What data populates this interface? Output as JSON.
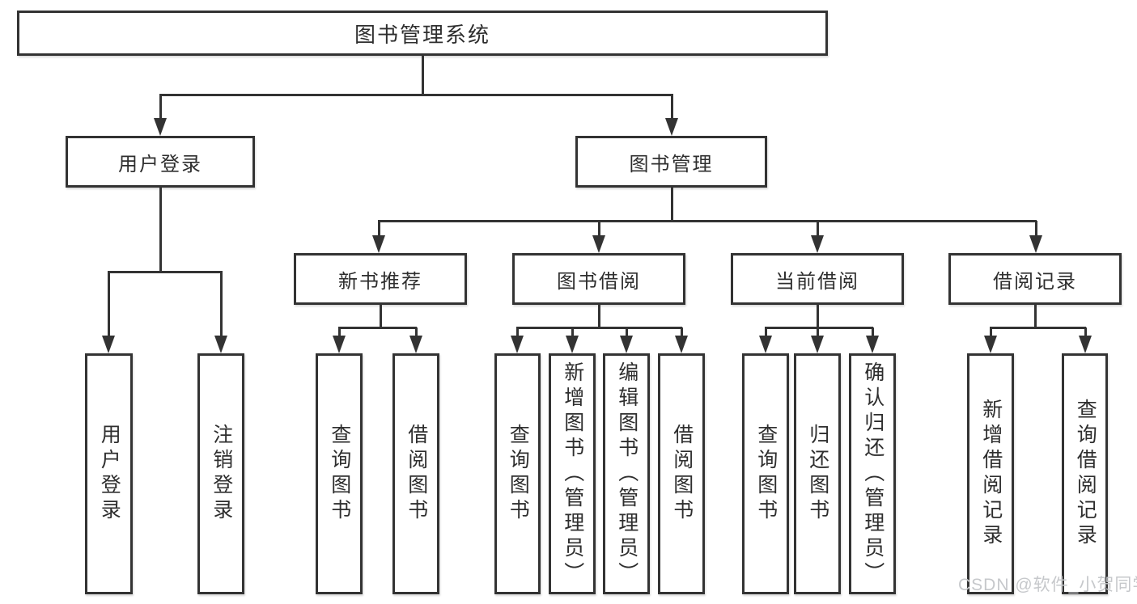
{
  "diagram_title": "图书管理系统",
  "nodes": {
    "root": {
      "label": "图书管理系统"
    },
    "user_login": {
      "label": "用户登录"
    },
    "book_mgmt": {
      "label": "图书管理"
    },
    "new_book_rec": {
      "label": "新书推荐"
    },
    "book_borrow": {
      "label": "图书借阅"
    },
    "current_borrow": {
      "label": "当前借阅"
    },
    "borrow_record": {
      "label": "借阅记录"
    },
    "user_login_leaf": {
      "label": "用户登录"
    },
    "logout_leaf": {
      "label": "注销登录"
    },
    "query_book_1": {
      "label": "查询图书"
    },
    "borrow_book_1": {
      "label": "借阅图书"
    },
    "query_book_2": {
      "label": "查询图书"
    },
    "add_book_admin": {
      "label": "新增图书（管理员）"
    },
    "edit_book_admin": {
      "label": "编辑图书（管理员）"
    },
    "borrow_book_2": {
      "label": "借阅图书"
    },
    "query_book_3": {
      "label": "查询图书"
    },
    "return_book": {
      "label": "归还图书"
    },
    "confirm_return_admin": {
      "label": "确认归还（管理员）"
    },
    "add_borrow_record": {
      "label": "新增借阅记录"
    },
    "query_borrow_record": {
      "label": "查询借阅记录"
    }
  },
  "hierarchy": {
    "图书管理系统": {
      "用户登录": [
        "用户登录",
        "注销登录"
      ],
      "图书管理": {
        "新书推荐": [
          "查询图书",
          "借阅图书"
        ],
        "图书借阅": [
          "查询图书",
          "新增图书（管理员）",
          "编辑图书（管理员）",
          "借阅图书"
        ],
        "当前借阅": [
          "查询图书",
          "归还图书",
          "确认归还（管理员）"
        ],
        "借阅记录": [
          "新增借阅记录",
          "查询借阅记录"
        ]
      }
    }
  },
  "watermark": {
    "text": "CSDN @软件_小贺同学",
    "color": "#c6c8cb"
  },
  "colors": {
    "line": "#333333",
    "background": "#ffffff",
    "text": "#2e2e2e"
  }
}
